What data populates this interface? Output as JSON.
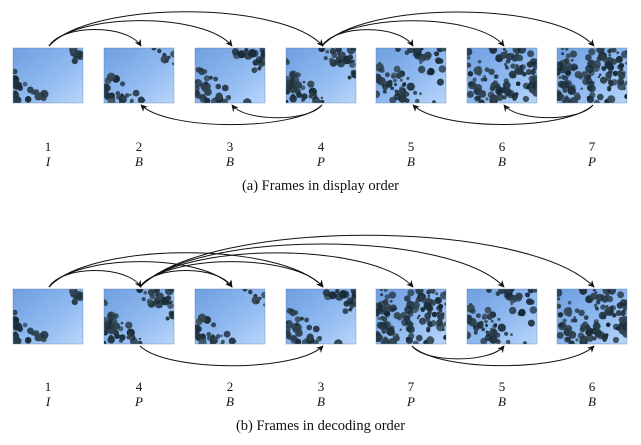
{
  "panels": [
    {
      "caption": "(a) Frames in display order",
      "frames": [
        {
          "num": "1",
          "type": "I",
          "variant": 0
        },
        {
          "num": "2",
          "type": "B",
          "variant": 1
        },
        {
          "num": "3",
          "type": "B",
          "variant": 2
        },
        {
          "num": "4",
          "type": "P",
          "variant": 3
        },
        {
          "num": "5",
          "type": "B",
          "variant": 4
        },
        {
          "num": "6",
          "type": "B",
          "variant": 5
        },
        {
          "num": "7",
          "type": "P",
          "variant": 6
        }
      ],
      "top_arrows": [
        [
          0,
          1
        ],
        [
          0,
          2
        ],
        [
          0,
          3
        ],
        [
          3,
          4
        ],
        [
          3,
          5
        ],
        [
          3,
          6
        ]
      ],
      "bottom_arrows": [
        [
          3,
          2
        ],
        [
          3,
          1
        ],
        [
          6,
          5
        ],
        [
          6,
          4
        ]
      ]
    },
    {
      "caption": "(b) Frames in decoding order",
      "frames": [
        {
          "num": "1",
          "type": "I",
          "variant": 0
        },
        {
          "num": "4",
          "type": "P",
          "variant": 3
        },
        {
          "num": "2",
          "type": "B",
          "variant": 1
        },
        {
          "num": "3",
          "type": "B",
          "variant": 2
        },
        {
          "num": "7",
          "type": "P",
          "variant": 6
        },
        {
          "num": "5",
          "type": "B",
          "variant": 4
        },
        {
          "num": "6",
          "type": "B",
          "variant": 5
        }
      ],
      "top_arrows": [
        [
          0,
          1
        ],
        [
          0,
          2
        ],
        [
          0,
          3
        ],
        [
          1,
          2
        ],
        [
          1,
          3
        ],
        [
          1,
          4
        ],
        [
          1,
          5
        ],
        [
          1,
          6
        ]
      ],
      "bottom_arrows": [
        [
          1,
          3
        ],
        [
          4,
          5
        ],
        [
          4,
          6
        ]
      ]
    }
  ]
}
